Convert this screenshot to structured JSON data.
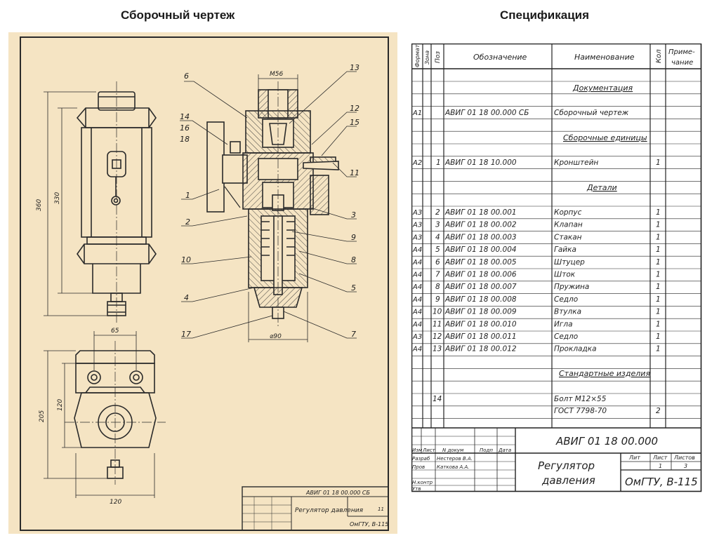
{
  "headings": {
    "drawing": "Сборочный чертеж",
    "spec": "Спецификация"
  },
  "drawing": {
    "dims": {
      "m56": "M56",
      "d360": "360",
      "d330": "330",
      "d65": "65",
      "d120_top": "120",
      "d205": "205",
      "d120_bottom": "120",
      "phi90": "⌀90"
    },
    "leaders": [
      "6",
      "14",
      "16",
      "18",
      "1",
      "2",
      "10",
      "4",
      "17",
      "13",
      "12",
      "15",
      "11",
      "3",
      "9",
      "8",
      "5",
      "7"
    ],
    "title_block": {
      "designation": "АВИГ 01 18 00.000 СБ",
      "name": "Регулятор давления",
      "org": "ОмГТУ, В-115",
      "sheet": "11"
    }
  },
  "spec": {
    "header": {
      "format": "Формат",
      "zone": "Зона",
      "pos": "Поз",
      "designation": "Обозначение",
      "name": "Наименование",
      "qty": "Кол",
      "note_line1": "Приме-",
      "note_line2": "чание"
    },
    "sections": {
      "docs": "Документация",
      "assemblies": "Сборочные единицы",
      "parts": "Детали",
      "standard": "Стандартные изделия"
    },
    "doc_row": {
      "format": "A1",
      "designation": "АВИГ 01 18 00.000 СБ",
      "name": "Сборочный чертеж"
    },
    "assembly_row": {
      "format": "A2",
      "pos": "1",
      "designation": "АВИГ 01 18 10.000",
      "name": "Кронштейн",
      "qty": "1"
    },
    "parts": [
      {
        "format": "A3",
        "pos": "2",
        "designation": "АВИГ 01 18 00.001",
        "name": "Корпус",
        "qty": "1"
      },
      {
        "format": "A3",
        "pos": "3",
        "designation": "АВИГ 01 18 00.002",
        "name": "Клапан",
        "qty": "1"
      },
      {
        "format": "A3",
        "pos": "4",
        "designation": "АВИГ 01 18 00.003",
        "name": "Стакан",
        "qty": "1"
      },
      {
        "format": "A4",
        "pos": "5",
        "designation": "АВИГ 01 18 00.004",
        "name": "Гайка",
        "qty": "1"
      },
      {
        "format": "A4",
        "pos": "6",
        "designation": "АВИГ 01 18 00.005",
        "name": "Штуцер",
        "qty": "1"
      },
      {
        "format": "A4",
        "pos": "7",
        "designation": "АВИГ 01 18 00.006",
        "name": "Шток",
        "qty": "1"
      },
      {
        "format": "A4",
        "pos": "8",
        "designation": "АВИГ 01 18 00.007",
        "name": "Пружина",
        "qty": "1"
      },
      {
        "format": "A4",
        "pos": "9",
        "designation": "АВИГ 01 18 00.008",
        "name": "Седло",
        "qty": "1"
      },
      {
        "format": "A4",
        "pos": "10",
        "designation": "АВИГ 01 18 00.009",
        "name": "Втулка",
        "qty": "1"
      },
      {
        "format": "A4",
        "pos": "11",
        "designation": "АВИГ 01 18 00.010",
        "name": "Игла",
        "qty": "1"
      },
      {
        "format": "A3",
        "pos": "12",
        "designation": "АВИГ 01 18 00.011",
        "name": "Седло",
        "qty": "1"
      },
      {
        "format": "A4",
        "pos": "13",
        "designation": "АВИГ 01 18 00.012",
        "name": "Прокладка",
        "qty": "1"
      }
    ],
    "standard_row": {
      "pos": "14",
      "name_line1": "Болт М12×55",
      "name_line2": "ГОСТ 7798-70",
      "qty": "2"
    },
    "title_block": {
      "designation": "АВИГ 01 18 00.000",
      "product_line1": "Регулятор",
      "product_line2": "давления",
      "org": "ОмГТУ, В-115",
      "col_izm": "Изм",
      "col_list": "Лист",
      "col_doc": "N докум",
      "col_sign": "Подп",
      "col_date": "Дата",
      "razrab_label": "Разраб",
      "razrab_name": "Нестеров В.А.",
      "prov_label": "Пров",
      "prov_name": "Каткова А.А.",
      "nkontr_label": "Н.контр",
      "utv_label": "Утв",
      "lit_label": "Лит",
      "sheet_label": "Лист",
      "sheets_label": "Листов",
      "sheet": "1",
      "sheets": "3"
    }
  }
}
